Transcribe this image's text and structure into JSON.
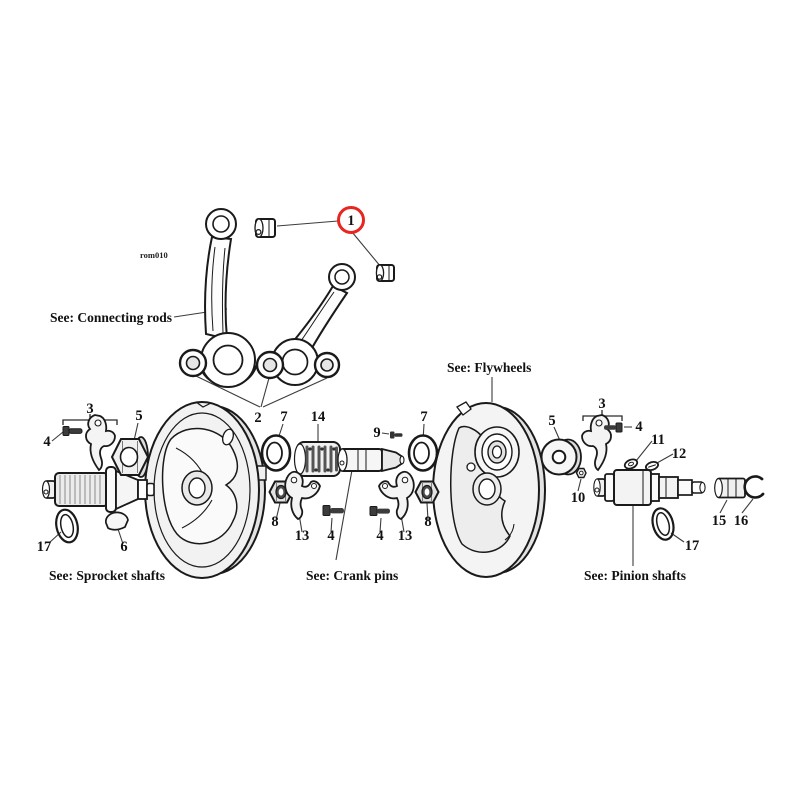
{
  "diagram": {
    "code": "rom010",
    "highlight": {
      "number": "1",
      "color": "#e8251f"
    },
    "section_labels": {
      "connecting_rods": "See: Connecting rods",
      "flywheels": "See: Flywheels",
      "sprocket_shafts": "See: Sprocket shafts",
      "crank_pins": "See: Crank pins",
      "pinion_shafts": "See: Pinion shafts"
    },
    "callouts": [
      {
        "part": "2"
      },
      {
        "part": "3"
      },
      {
        "part": "4"
      },
      {
        "part": "5"
      },
      {
        "part": "6"
      },
      {
        "part": "17"
      },
      {
        "part": "7"
      },
      {
        "part": "14"
      },
      {
        "part": "9"
      },
      {
        "part": "7"
      },
      {
        "part": "8"
      },
      {
        "part": "13"
      },
      {
        "part": "4"
      },
      {
        "part": "4"
      },
      {
        "part": "13"
      },
      {
        "part": "8"
      },
      {
        "part": "5"
      },
      {
        "part": "10"
      },
      {
        "part": "3"
      },
      {
        "part": "4"
      },
      {
        "part": "11"
      },
      {
        "part": "12"
      },
      {
        "part": "15"
      },
      {
        "part": "16"
      },
      {
        "part": "17"
      }
    ]
  }
}
